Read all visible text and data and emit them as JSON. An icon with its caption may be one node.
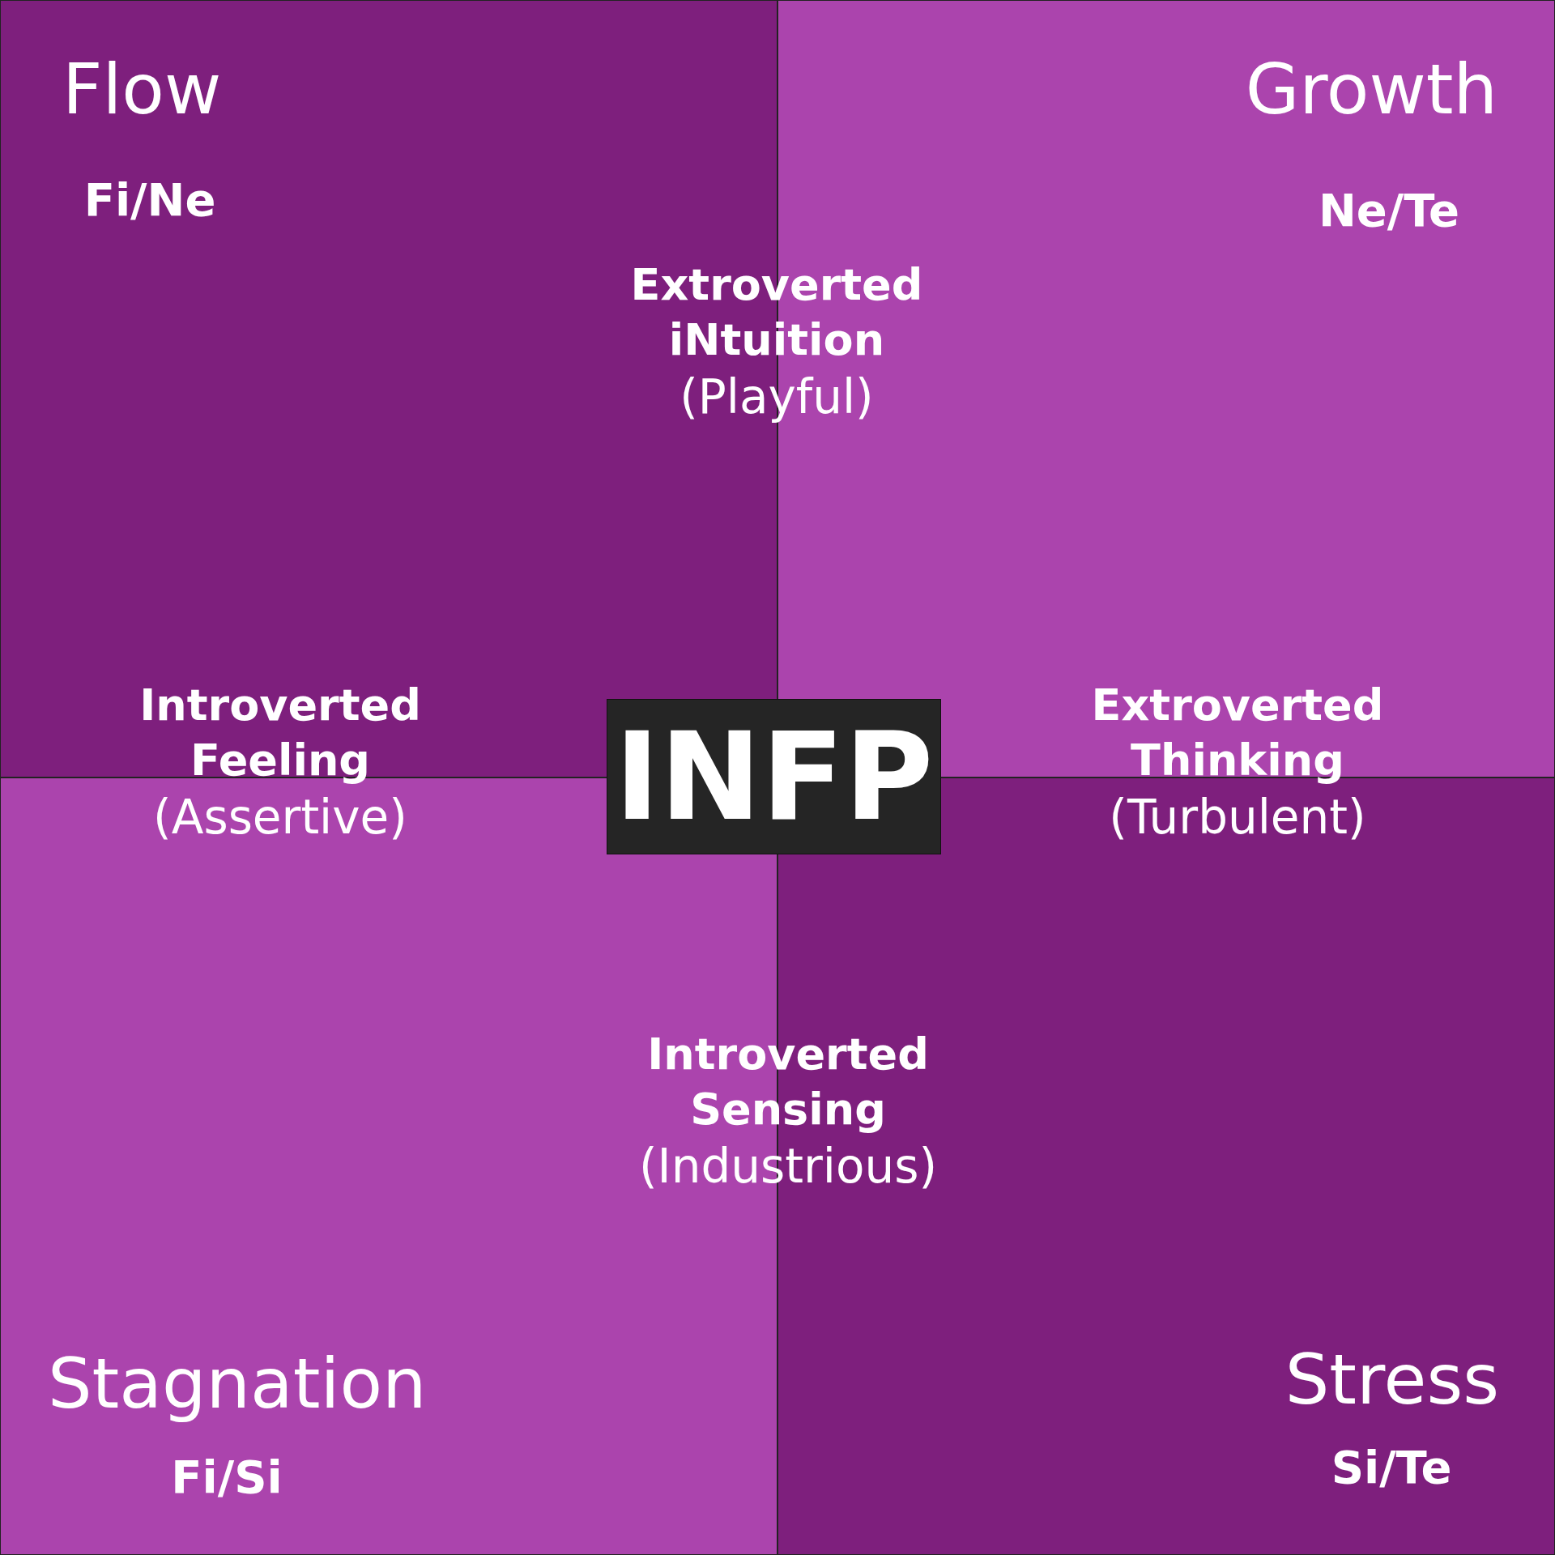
{
  "diagram": {
    "nodes": [
      {
        "text": [
          "Flow",
          "Fi/Ne"
        ]
      },
      {
        "text": [
          "Growth",
          "Ne/Te"
        ]
      },
      {
        "text": [
          "INFP"
        ]
      },
      {
        "text": [
          "Stagnation",
          "Fi/Si"
        ]
      },
      {
        "text": [
          "Stress",
          "Si/Te"
        ]
      }
    ],
    "edges": [],
    "labels": [
      "Extroverted iNtuition",
      "(Playful)",
      "Introverted Feeling",
      "(Assertive)",
      "Extroverted Thinking",
      "(Turbulent)",
      "Introverted Sensing",
      "(Industrious)"
    ]
  }
}
